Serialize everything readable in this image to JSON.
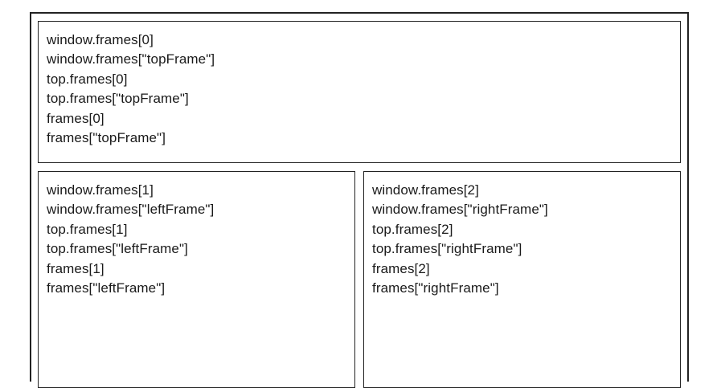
{
  "top_frame": {
    "lines": [
      "window.frames[0]",
      "window.frames[\"topFrame\"]",
      "top.frames[0]",
      "top.frames[\"topFrame\"]",
      "frames[0]",
      "frames[\"topFrame\"]"
    ]
  },
  "left_frame": {
    "lines": [
      "window.frames[1]",
      "window.frames[\"leftFrame\"]",
      "top.frames[1]",
      "top.frames[\"leftFrame\"]",
      "frames[1]",
      "frames[\"leftFrame\"]"
    ]
  },
  "right_frame": {
    "lines": [
      "window.frames[2]",
      "window.frames[\"rightFrame\"]",
      "top.frames[2]",
      "top.frames[\"rightFrame\"]",
      "frames[2]",
      "frames[\"rightFrame\"]"
    ]
  }
}
